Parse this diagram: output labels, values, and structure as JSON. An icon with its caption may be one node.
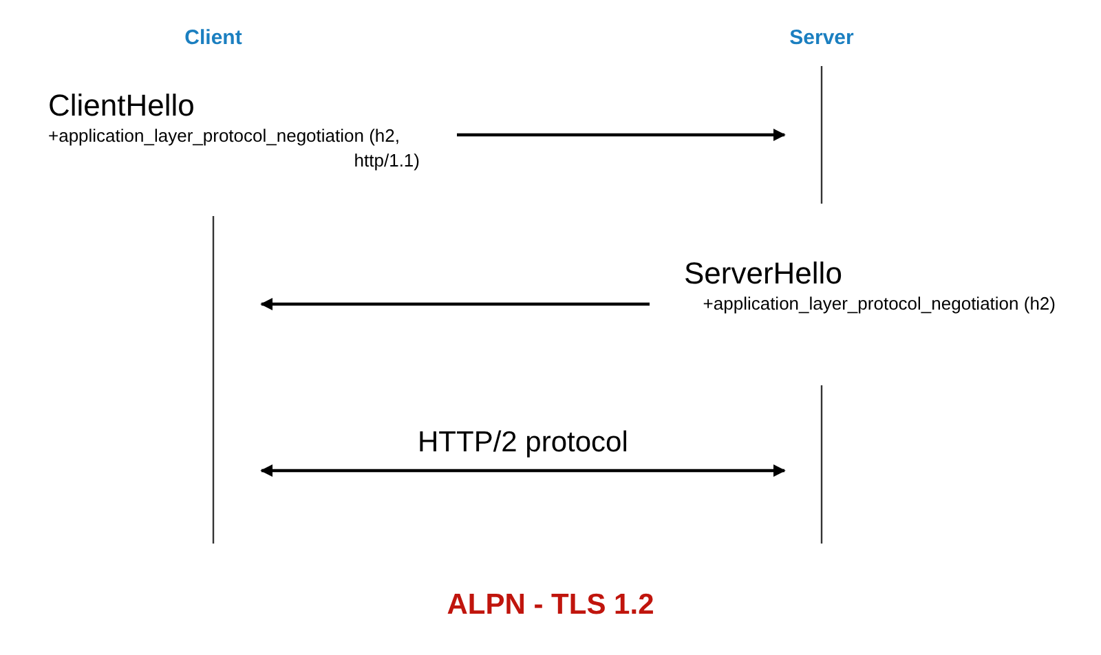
{
  "diagram": {
    "title": "ALPN - TLS 1.2",
    "nodes": [
      {
        "text": [
          "Client"
        ]
      },
      {
        "text": [
          "Server"
        ]
      },
      {
        "text": [
          "ClientHello",
          "+application_layer_protocol_negotiation (h2, http/1.1)"
        ]
      },
      {
        "text": [
          "ServerHello",
          "+application_layer_protocol_negotiation (h2)"
        ]
      }
    ],
    "edges": [
      {
        "from": 2,
        "to": 1,
        "arrow": "to"
      },
      {
        "from": 3,
        "to": 0,
        "arrow": "to"
      },
      {
        "from": 0,
        "to": 1,
        "arrow": "both",
        "label": "HTTP/2 protocol"
      }
    ]
  }
}
